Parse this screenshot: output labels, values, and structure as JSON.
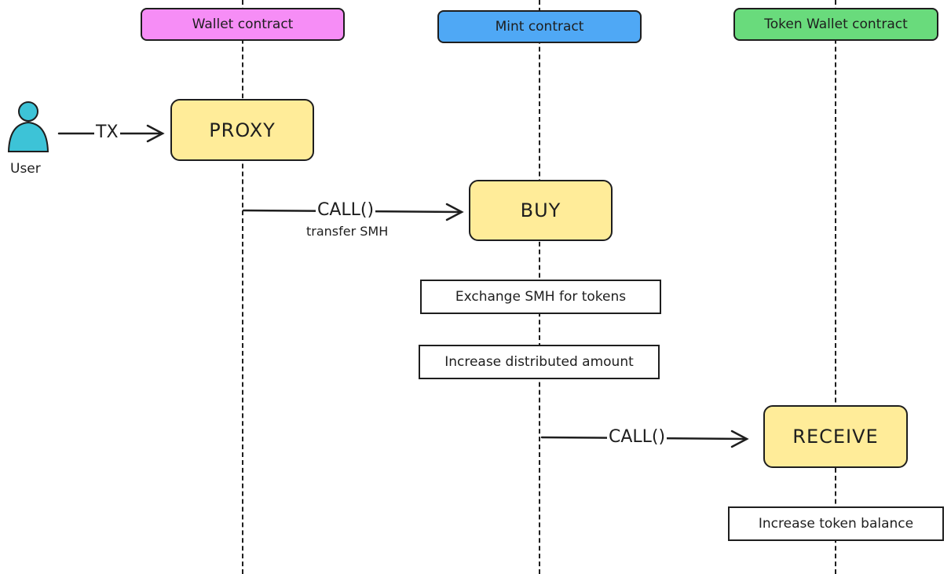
{
  "lifelines": [
    {
      "label": "Wallet contract",
      "color": "#f68df6"
    },
    {
      "label": "Mint contract",
      "color": "#4fa8f5"
    },
    {
      "label": "Token Wallet contract",
      "color": "#69db7c"
    }
  ],
  "actor": {
    "label": "User",
    "color": "#3dc3d7",
    "icon": "user-icon"
  },
  "functions": {
    "proxy": "PROXY",
    "buy": "BUY",
    "receive": "RECEIVE",
    "color": "#ffec99"
  },
  "notes": {
    "exchange": "Exchange SMH for tokens",
    "distributed": "Increase distributed amount",
    "balance": "Increase token balance"
  },
  "arrows": {
    "tx": "TX",
    "call1": "CALL()",
    "call1_sub": "transfer SMH",
    "call2": "CALL()"
  }
}
